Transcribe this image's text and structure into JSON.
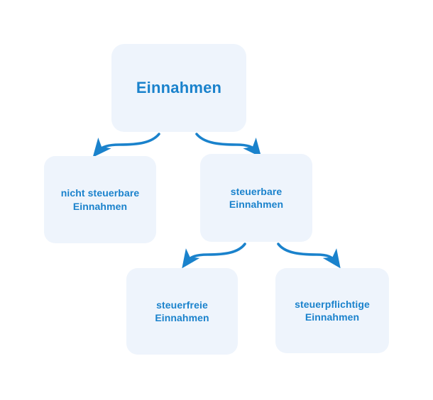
{
  "diagram": {
    "title_node": "Einnahmen",
    "accent_color": "#1a82cc",
    "node_fill_color": "#eef4fc",
    "background_color": "#ffffff",
    "nodes": [
      {
        "id": "root",
        "label": "Einnahmen",
        "level": 1
      },
      {
        "id": "nicht-steuerbare",
        "label": "nicht steuerbare\nEinnahmen",
        "level": 2
      },
      {
        "id": "steuerbare",
        "label": "steuerbare\nEinnahmen",
        "level": 2
      },
      {
        "id": "steuerfreie",
        "label": "steuerfreie\nEinnahmen",
        "level": 3
      },
      {
        "id": "steuerpflichtige",
        "label": "steuerpflichtige\nEinnahmen",
        "level": 3
      }
    ],
    "connectors": [
      {
        "id": "root-to-nicht-steuerbare",
        "from": "root",
        "to": "nicht-steuerbare",
        "icon": "curved-arrow-left-icon"
      },
      {
        "id": "root-to-steuerbare",
        "from": "root",
        "to": "steuerbare",
        "icon": "curved-arrow-right-icon"
      },
      {
        "id": "steuerbare-to-steuerfreie",
        "from": "steuerbare",
        "to": "steuerfreie",
        "icon": "curved-arrow-left-icon"
      },
      {
        "id": "steuerbare-to-steuerpflichtige",
        "from": "steuerbare",
        "to": "steuerpflichtige",
        "icon": "curved-arrow-right-icon"
      }
    ]
  }
}
